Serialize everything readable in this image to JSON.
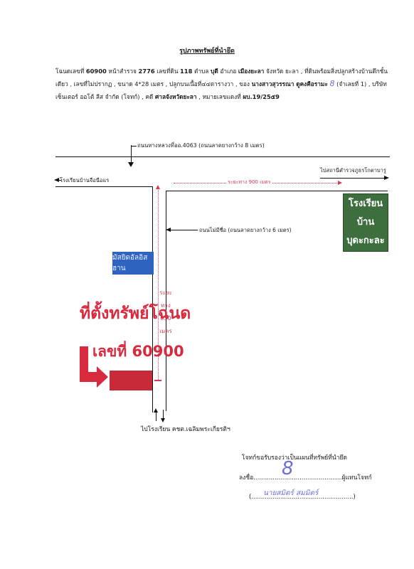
{
  "document": {
    "title": "รูปภาพทรัพย์ที่นำยึด",
    "para": {
      "t1": "โฉนดเลขที่",
      "deed_no": "60900",
      "t2": " หน้าสำรวจ",
      "survey_page": "2776",
      "t3": " เลขที่ดิน",
      "land_no": "118",
      "t4": " ตำบล",
      "subdistrict": "บุดี",
      "t5": " อำเภอ",
      "district": "เมืองยะลา",
      "t6": " จังหวัด ยะลา , ที่ดินพร้อมสิ่งปลูกสร้างบ้านตึกชั้นเดียว , เลขที่ไม่ปรากฏ , ขนาด 4*28 เมตร , ปลูกบนเนื้อที่",
      "area": "๔๔",
      "t7": "ตารางวา , ของ",
      "owner": "นางสาวสุวรรณา ดูคงคือรามะ",
      "handwriting_mark": "8",
      "t8": "(จำเลยที่ 1) , บริษัท เซ็นเตอร์ ออโต้ ลีส จำกัด (โจทก์) , คดี",
      "court": "ศาลจังหวัดยะลา",
      "t9": " , หมายเลขแดงที่",
      "case_no": "ผบ.19/25๕9"
    }
  },
  "map": {
    "highway_label": "ถนนทางหลวงที่ออ.4063 (ถนนลาดยางกว้าง 8 เมตร)",
    "right_label": "ไปสถานีตำรวจภูธรโกตาบารู",
    "left_label": "โรงเรียนบ้านจือนือแร",
    "distance_horizontal": "ระยะทาง 900 เมตร",
    "school_line1": "โรงเรียนบ้าน",
    "school_line2": "บุดะกะละ",
    "unnamed_road_label": "ถนนไม่มีชื่อ (ถนนลาดยางกว้าง 6 เมตร)",
    "mosque_label": "มัสยิดอัลอิสฮาน",
    "distance_vertical": [
      "ระยะ",
      "ทาง",
      "330",
      "เมตร"
    ],
    "property_label_line1": "ที่ตั้งทรัพย์โฉนด",
    "property_label_line2": "เลขที่ 60900",
    "bottom_label": "ไปโรงเรียน คชต.เฉลิมพระเกียรติฯ"
  },
  "signature": {
    "certify_text": "โจทก์ขอรับรองว่าเป็นแผนที่ทรัพย์ที่นำยึด",
    "sign_prefix": "ลงชื่อ",
    "sign_suffix": "ผู้แทนโจทก์",
    "signature_mark": "8",
    "name_handwritten": "นายสมิตร์ สมมิตร์"
  },
  "colors": {
    "red": "#d9293f",
    "green": "#3e6e3e",
    "blue": "#2f63c0",
    "handwriting": "#6a6fd6"
  }
}
